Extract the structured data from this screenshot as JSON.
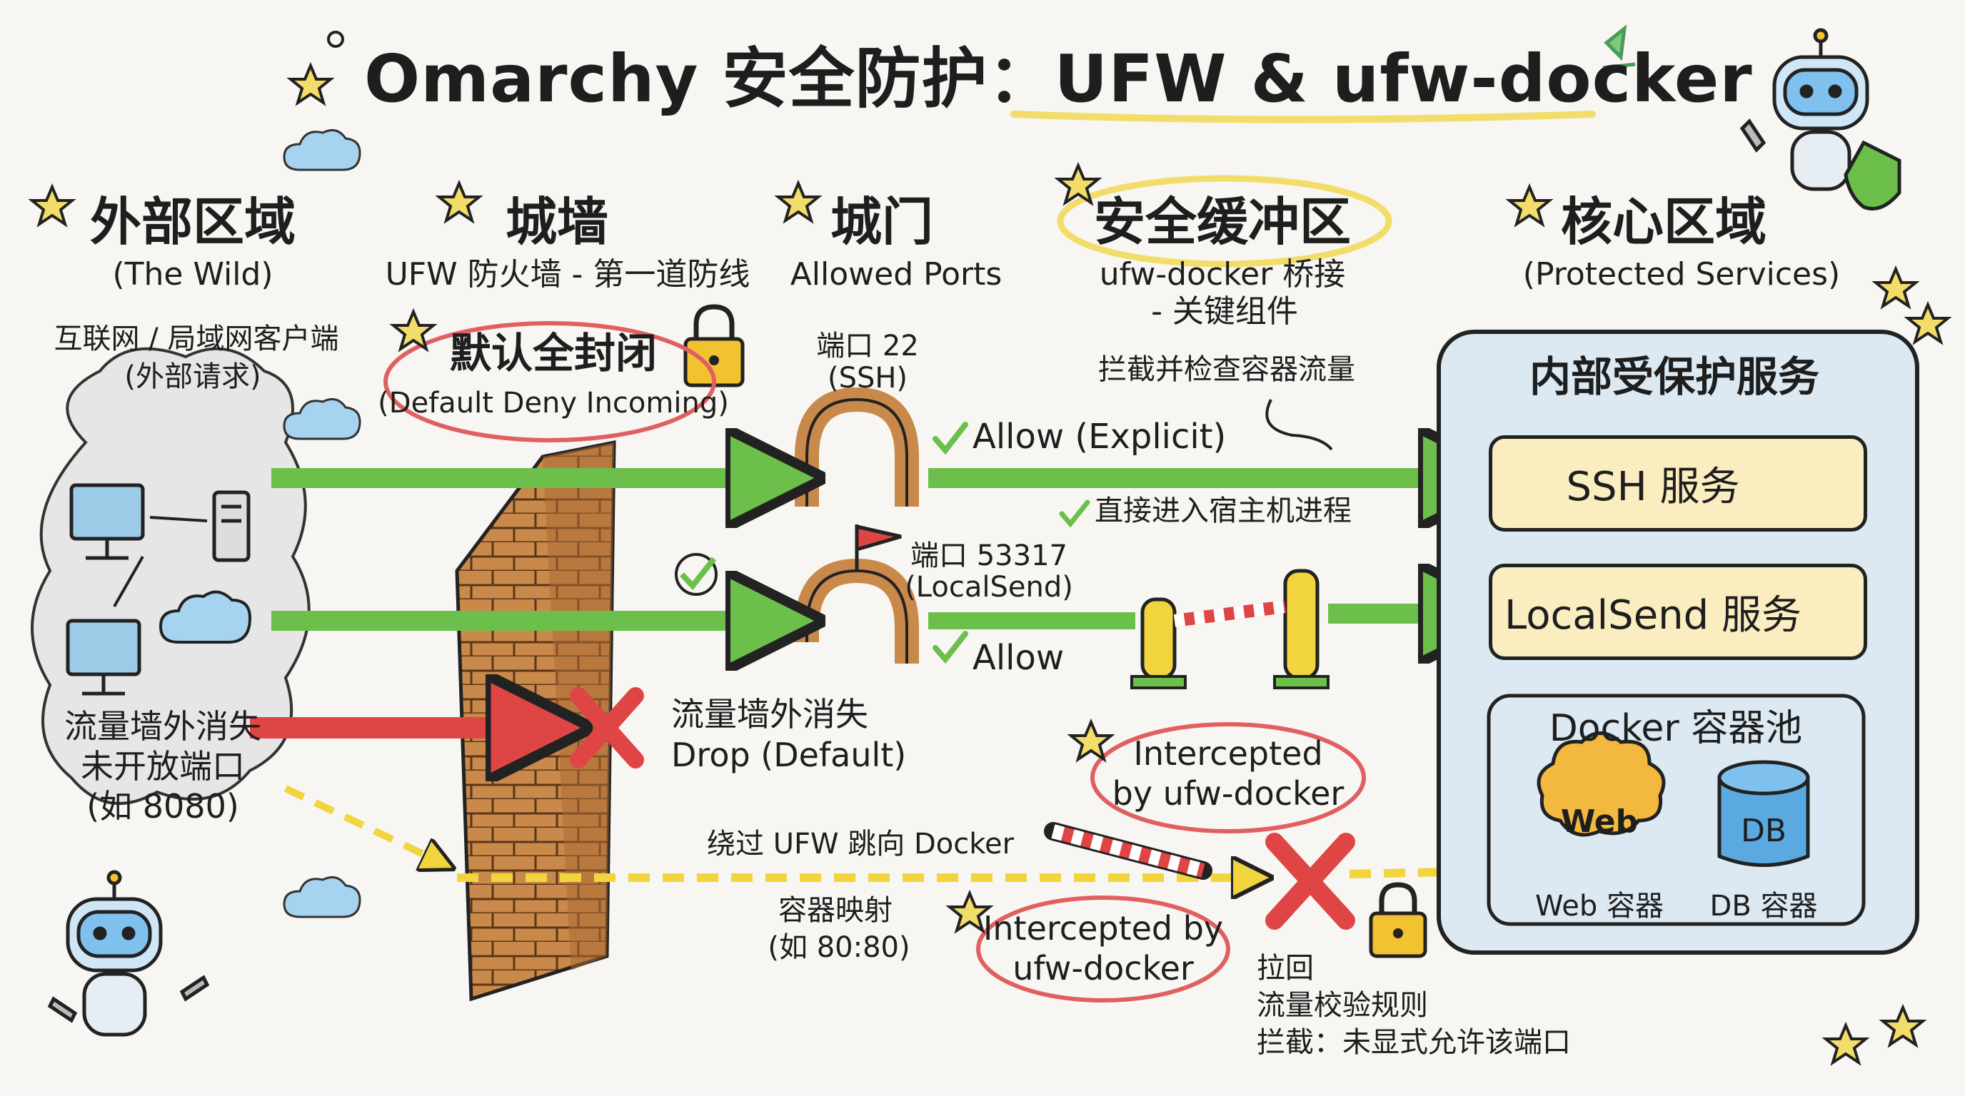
{
  "title": "Omarchy 安全防护：UFW & ufw-docker",
  "columns": [
    {
      "title": "外部区域",
      "subtitle": "(The Wild)"
    },
    {
      "title": "城墙",
      "subtitle": "UFW 防火墙 - 第一道防线"
    },
    {
      "title": "城门",
      "subtitle": "Allowed Ports"
    },
    {
      "title": "安全缓冲区",
      "subtitle": "ufw-docker 桥接",
      "subtitle2": "- 关键组件"
    },
    {
      "title": "核心区域",
      "subtitle": "(Protected Services)"
    }
  ],
  "external": {
    "clients": "互联网 / 局域网客户端",
    "requests": "(外部请求)",
    "vanish1": "流量墙外消失",
    "vanish2": "未开放端口",
    "vanish3": "(如 8080)"
  },
  "wall": {
    "policy": "默认全封闭",
    "policy_en": "(Default Deny Incoming)"
  },
  "gates": {
    "port_ssh": "端口 22",
    "port_ssh_name": "(SSH)",
    "port_ls": "端口 53317",
    "port_ls_name": "(LocalSend)"
  },
  "buffer": {
    "note": "拦截并检查容器流量"
  },
  "flows": {
    "allow_explicit": "Allow (Explicit)",
    "direct_host": "直接进入宿主机进程",
    "allow": "Allow",
    "drop1": "流量墙外消失",
    "drop2": "Drop (Default)",
    "bypass": "绕过 UFW 跳向 Docker",
    "mapping1": "容器映射",
    "mapping2": "(如 80:80)",
    "intercepted_a1": "Intercepted",
    "intercepted_a2": "by ufw-docker",
    "intercepted_b1": "Intercepted by",
    "intercepted_b2": "ufw-docker",
    "pullback1": "拉回",
    "pullback2": "流量校验规则",
    "pullback3": "拦截：未显式允许该端口"
  },
  "core": {
    "panel_title": "内部受保护服务",
    "ssh": "SSH 服务",
    "localsend": "LocalSend 服务",
    "docker_title": "Docker 容器池",
    "web_badge": "Web",
    "db_badge": "DB",
    "web": "Web 容器",
    "db": "DB 容器"
  },
  "colors": {
    "allow": "#6cbf4a",
    "drop": "#e04545",
    "bypass": "#f2d43d",
    "brick": "#c9894a",
    "panel": "#dce9f2",
    "service": "#faedbf",
    "highlight": "#f3dd6a",
    "circle": "#e06060"
  }
}
